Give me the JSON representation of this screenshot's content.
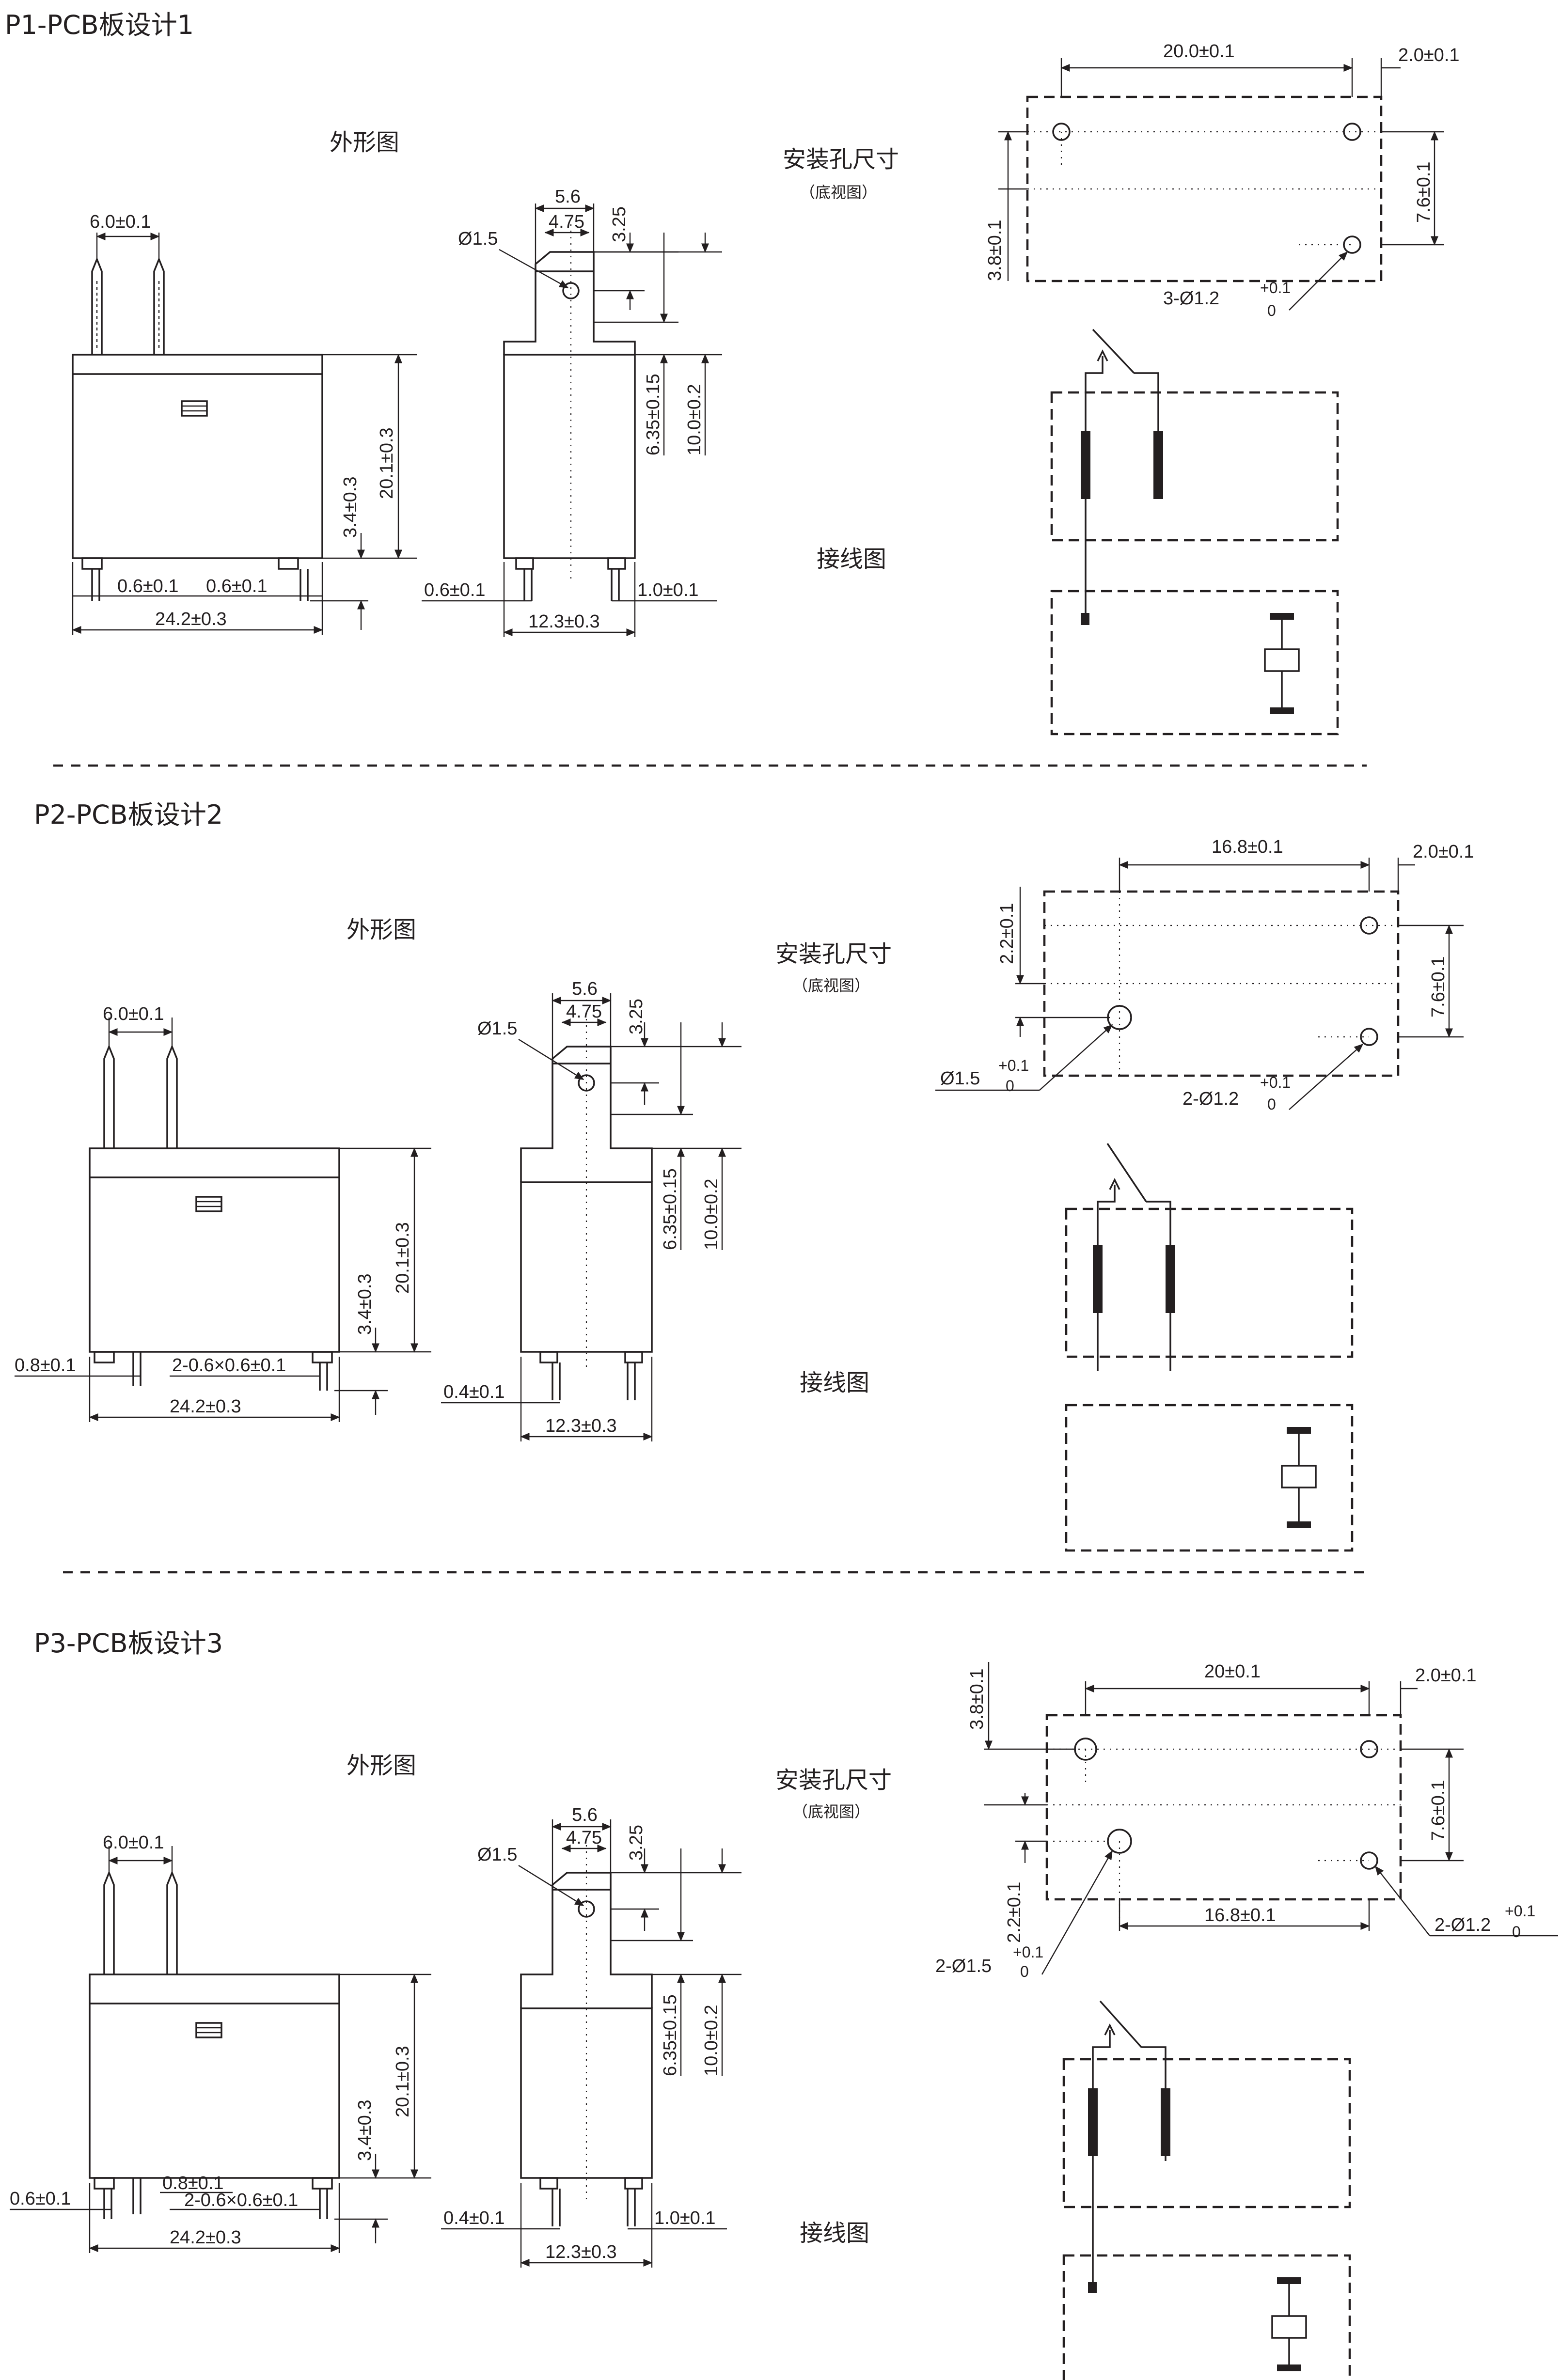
{
  "common": {
    "outline_label": "外形图",
    "mount_label": "安装孔尺寸",
    "mount_sub": "（底视图）",
    "wiring_label": "接线图",
    "pin_pitch": "6.0±0.1",
    "width": "24.2±0.3",
    "height": "20.1±0.3",
    "pin_len": "3.4±0.3",
    "depth": "12.3±0.3",
    "top_w": "5.6",
    "top_inner": "4.75",
    "top_h": "3.25",
    "hole_dia": "Ø1.5",
    "side_a": "6.35±0.15",
    "side_b": "10.0±0.2",
    "hole_y": "7.6±0.1",
    "edge_x": "2.0±0.1"
  },
  "p1": {
    "title": "P1-PCB板设计1",
    "pin_w1": "0.6±0.1",
    "pin_w2": "0.6±0.1",
    "side_pin_l": "0.6±0.1",
    "side_pin_r": "1.0±0.1",
    "span": "20.0±0.1",
    "v_off": "3.8±0.1",
    "holes": "3-Ø1.2",
    "tol_up": "+0.1",
    "tol_dn": "0"
  },
  "p2": {
    "title": "P2-PCB板设计2",
    "pin_l": "0.8±0.1",
    "pins": "2-0.6×0.6±0.1",
    "side_pin_l": "0.4±0.1",
    "span": "16.8±0.1",
    "v_off": "2.2±0.1",
    "hole_big": "Ø1.5",
    "holes": "2-Ø1.2",
    "tol_up": "+0.1",
    "tol_dn": "0"
  },
  "p3": {
    "title": "P3-PCB板设计3",
    "pin_l": "0.6±0.1",
    "pin_m": "0.8±0.1",
    "pins": "2-0.6×0.6±0.1",
    "side_pin_l": "0.4±0.1",
    "side_pin_r": "1.0±0.1",
    "span": "20±0.1",
    "span2": "16.8±0.1",
    "v_off": "3.8±0.1",
    "v_off2": "2.2±0.1",
    "holes_big": "2-Ø1.5",
    "holes": "2-Ø1.2",
    "tol_up": "+0.1",
    "tol_dn": "0"
  }
}
